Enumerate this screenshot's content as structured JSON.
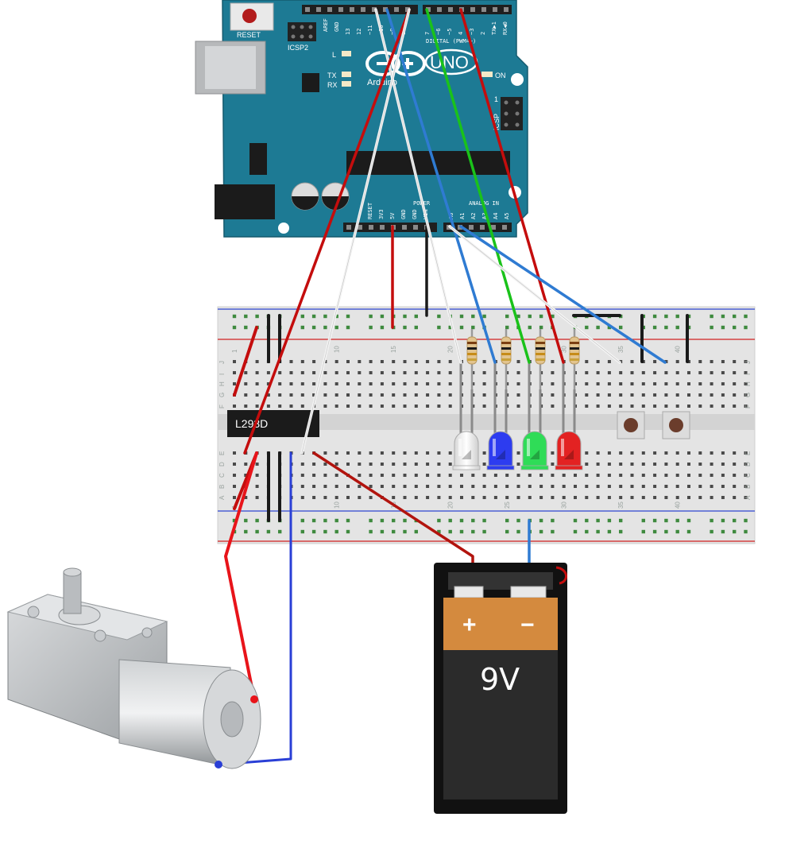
{
  "arduino": {
    "reset_label": "RESET",
    "icsp2_label": "ICSP2",
    "aref_label": "AREF",
    "gnd_label": "GND",
    "l_label": "L",
    "tx_label": "TX",
    "rx_label": "RX",
    "brand": "Arduino",
    "model": "UNO",
    "on_label": "ON",
    "icsp_label": "ICSP",
    "icsp_one": "1",
    "digital_label": "DIGITAL (PWM=~)",
    "power_label": "POWER",
    "analog_label": "ANALOG IN",
    "digital_pins": [
      "13",
      "12",
      "~11",
      "~10",
      "~9",
      "8",
      "7",
      "~6",
      "~5",
      "4",
      "~3",
      "2",
      "TX▶1",
      "RX◀0"
    ],
    "power_pins": [
      "RESET",
      "3V3",
      "5V",
      "GND",
      "GND",
      "VIN"
    ],
    "analog_pins": [
      "A0",
      "A1",
      "A2",
      "A3",
      "A4",
      "A5"
    ]
  },
  "breadboard": {
    "column_numbers": [
      "1",
      "10",
      "15",
      "20",
      "25",
      "30",
      "35",
      "40"
    ],
    "row_letters_top": [
      "J",
      "I",
      "H",
      "G",
      "F"
    ],
    "row_letters_bottom": [
      "E",
      "D",
      "C",
      "B",
      "A"
    ]
  },
  "chip_label": "L293D",
  "battery": {
    "plus_label": "+",
    "minus_label": "−",
    "voltage_label": "9V"
  },
  "leds": [
    {
      "color": "white",
      "hex": "#f2f2f2"
    },
    {
      "color": "blue",
      "hex": "#2d3cf0"
    },
    {
      "color": "green",
      "hex": "#2fdc57"
    },
    {
      "color": "red",
      "hex": "#e32222"
    }
  ],
  "colors": {
    "board": "#1d7a94",
    "wire_red": "#c40d0d",
    "wire_white": "#f4f4f4",
    "wire_blue": "#2f7bd2",
    "wire_green": "#1ac21a",
    "wire_black": "#1a1a1a",
    "motor_wire_red": "#e8141a",
    "motor_wire_blue": "#2a3fd6"
  }
}
